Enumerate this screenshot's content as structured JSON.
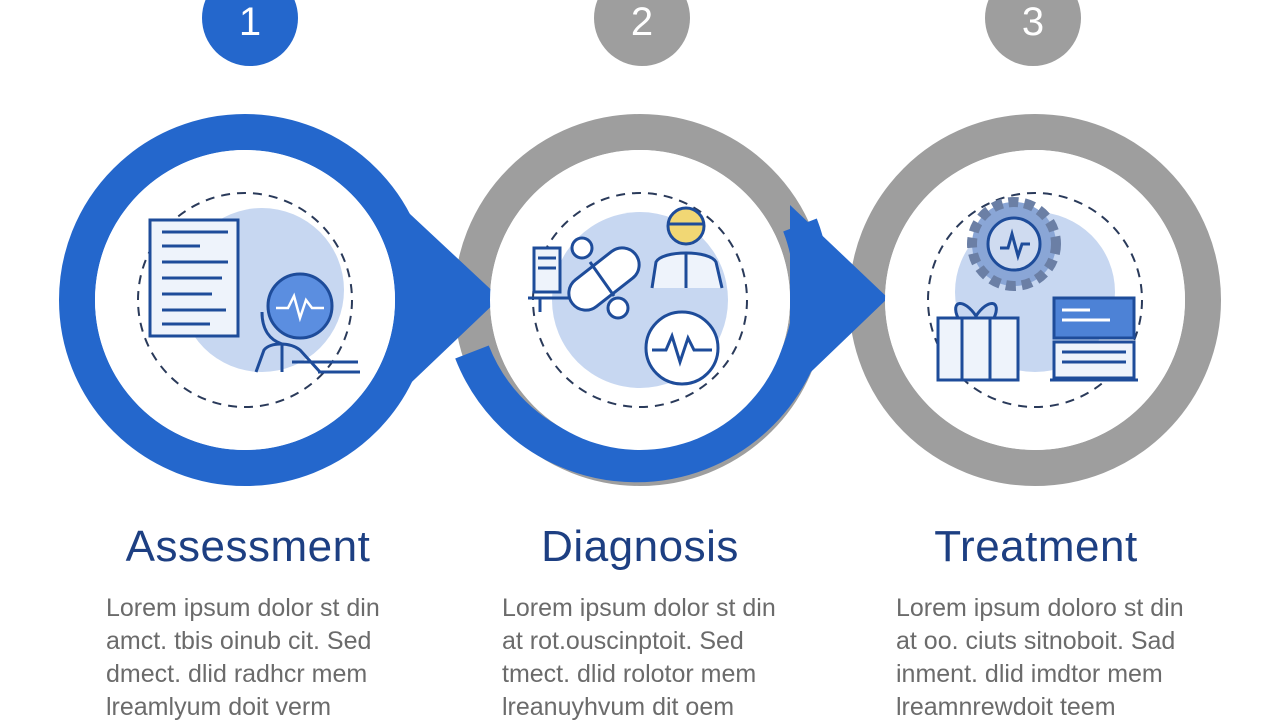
{
  "colors": {
    "active": "#2467cc",
    "inactive": "#9e9e9e",
    "title": "#1d3f82",
    "text": "#6b6b6b",
    "icon_stroke": "#1e4c9a",
    "icon_fill_light": "#bcd0ef"
  },
  "steps": [
    {
      "number": "1",
      "title": "Assessment",
      "description_lines": [
        "Lorem ipsum dolor st din",
        "amct. tbis oinub cit. Sed",
        "dmect. dlid radhcr mem",
        "lreamlyum doit verm"
      ],
      "ring_color": "active",
      "badge_color": "active",
      "icons": [
        "checklist-icon",
        "patient-monitor-icon"
      ]
    },
    {
      "number": "2",
      "title": "Diagnosis",
      "description_lines": [
        "Lorem ipsum dolor st din",
        "at rot.ouscinptoit. Sed",
        "tmect. dlid rolotor mem",
        "lreanuyhvum dit oem"
      ],
      "ring_color": "inactive",
      "badge_color": "inactive",
      "icons": [
        "medicine-bottle-icon",
        "pill-icon",
        "doctor-icon",
        "heartbeat-icon"
      ]
    },
    {
      "number": "3",
      "title": "Treatment",
      "description_lines": [
        "Lorem ipsum doloro st din",
        "at oo. ciuts sitnoboit. Sad",
        "inment. dlid imdtor mem",
        "lreamnrewdoit teem"
      ],
      "ring_color": "inactive",
      "badge_color": "inactive",
      "icons": [
        "brain-gear-icon",
        "gift-box-icon",
        "chart-panel-icon"
      ]
    }
  ]
}
